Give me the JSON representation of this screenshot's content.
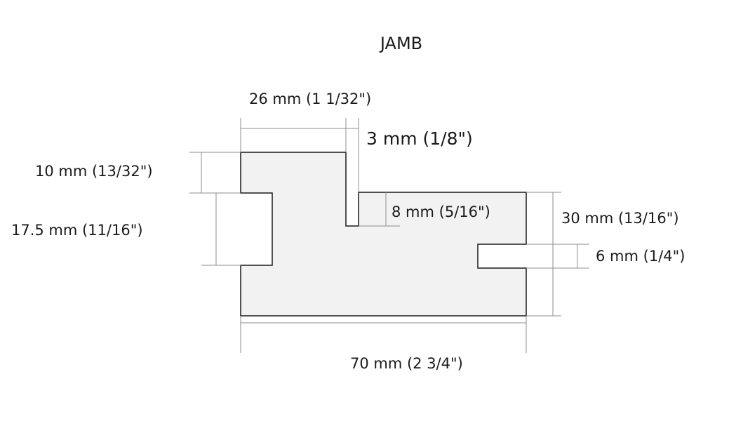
{
  "title": "JAMB",
  "dimensions": {
    "top_width": "26 mm (1 1/32\")",
    "slot_width": "3 mm (1/8\")",
    "top_left_height": "10 mm (13/32\")",
    "left_notch_height": "17.5 mm (11/16\")",
    "slot_depth": "8 mm (5/16\")",
    "right_height": "30 mm (13/16\")",
    "right_notch_height": "6 mm (1/4\")",
    "bottom_width": "70 mm (2 3/4\")"
  },
  "colors": {
    "profile_fill": "#f2f2f2",
    "outline": "#1a1a1a",
    "extension_line": "#8c8c8c"
  }
}
